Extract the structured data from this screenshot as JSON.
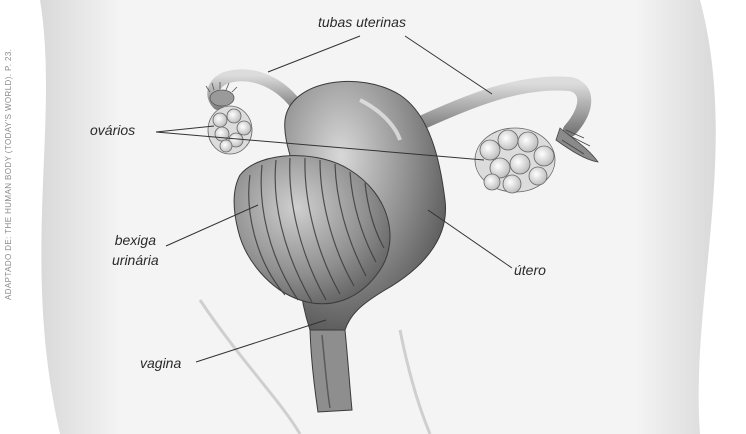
{
  "labels": {
    "tubas": "tubas uterinas",
    "ovarios": "ovários",
    "bexiga_line1": "bexiga",
    "bexiga_line2": "urinária",
    "utero": "útero",
    "vagina": "vagina"
  },
  "credit": "ADAPTADO DE: THE HUMAN BODY (TODAY'S WORLD). P. 23.",
  "colors": {
    "background": "#ffffff",
    "skin_shade": "#e6e6e6",
    "organ_dark": "#6f6f6f",
    "organ_mid": "#a8a8a8",
    "organ_light": "#d4d4d4",
    "leader_line": "#333333"
  }
}
